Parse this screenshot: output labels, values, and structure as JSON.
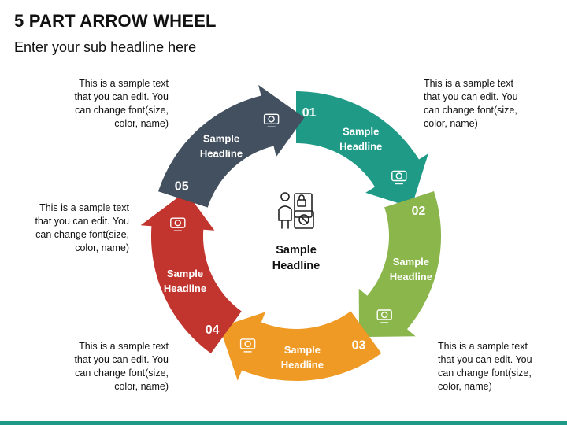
{
  "header": {
    "title": "5 PART ARROW WHEEL",
    "subtitle": "Enter your sub headline here"
  },
  "center": {
    "headline_line1": "Sample",
    "headline_line2": "Headline",
    "icon": "person-safe-vault-icon"
  },
  "segments": [
    {
      "number": "01",
      "line1": "Sample",
      "line2": "Headline",
      "color": "#1e9a86",
      "shadow": "#136657",
      "icon": "hands-money-icon"
    },
    {
      "number": "02",
      "line1": "Sample",
      "line2": "Headline",
      "color": "#8bb64c",
      "shadow": "#5a7a2c",
      "icon": "money-stack-people-icon"
    },
    {
      "number": "03",
      "line1": "Sample",
      "line2": "Headline",
      "color": "#ef9a24",
      "shadow": "#a8650f",
      "icon": "head-gears-icon"
    },
    {
      "number": "04",
      "line1": "Sample",
      "line2": "Headline",
      "color": "#c1352e",
      "shadow": "#7e1d18",
      "icon": "team-hands-icon"
    },
    {
      "number": "05",
      "line1": "Sample",
      "line2": "Headline",
      "color": "#43505f",
      "shadow": "#242c36",
      "icon": "monitor-document-icon"
    }
  ],
  "notes": [
    {
      "line1": "This is a sample text",
      "line2": "that you can edit. You",
      "line3": "can change font(size,",
      "line4": "color, name)"
    },
    {
      "line1": "This is a sample text",
      "line2": "that you can edit. You",
      "line3": "can change font(size,",
      "line4": "color, name)"
    },
    {
      "line1": "This is a sample text",
      "line2": "that you can edit. You",
      "line3": "can change font(size,",
      "line4": "color, name)"
    },
    {
      "line1": "This is a sample text",
      "line2": "that you can edit. You",
      "line3": "can change font(size,",
      "line4": "color, name)"
    },
    {
      "line1": "This is a sample text",
      "line2": "that you can edit. You",
      "line3": "can change font(size,",
      "line4": "color, name)"
    }
  ],
  "footer": {
    "bar_color": "#1e9a86"
  }
}
